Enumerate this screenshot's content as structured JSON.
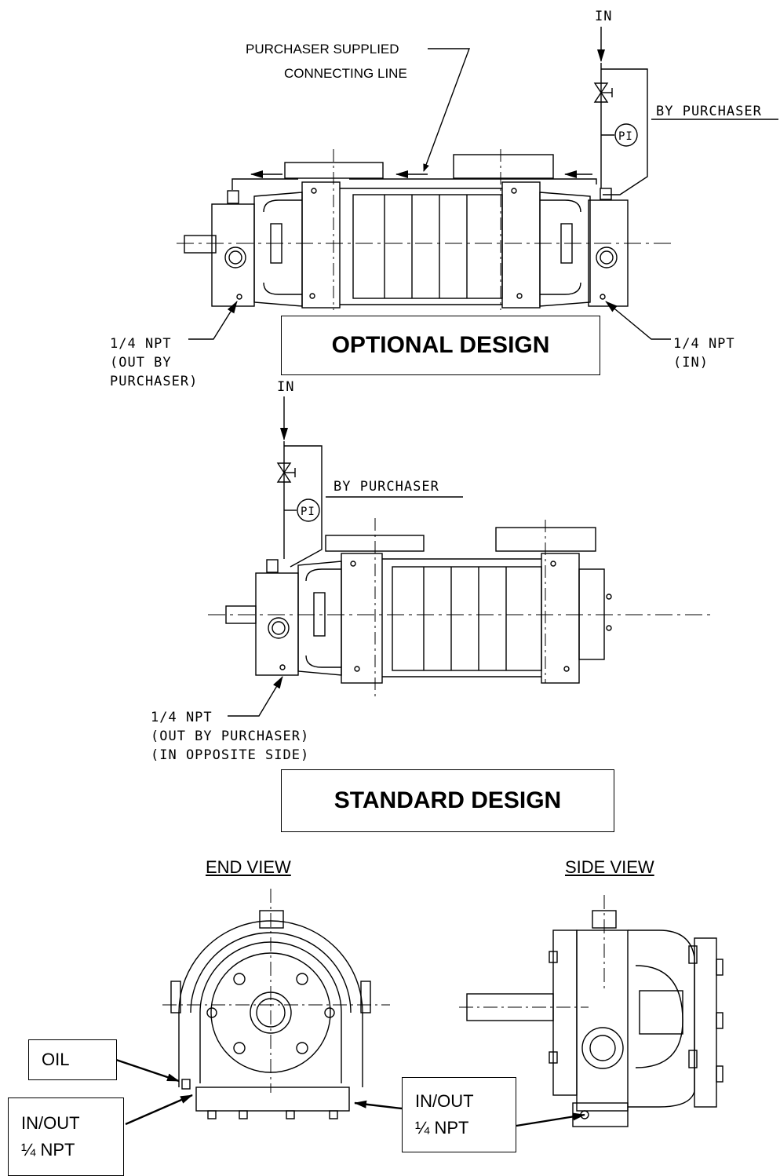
{
  "top": {
    "in_label": "IN",
    "purchaser_line_1": "PURCHASER SUPPLIED",
    "purchaser_line_2": "CONNECTING LINE",
    "by_purchaser": "BY PURCHASER",
    "pi": "PI",
    "left_npt_1": "1/4 NPT",
    "left_npt_2": "(OUT BY",
    "left_npt_3": "PURCHASER)",
    "right_npt_1": "1/4 NPT",
    "right_npt_2": "(IN)",
    "title": "OPTIONAL DESIGN"
  },
  "middle": {
    "in_label": "IN",
    "by_purchaser": "BY PURCHASER",
    "pi": "PI",
    "npt_1": "1/4 NPT",
    "npt_2": "(OUT BY PURCHASER)",
    "npt_3": "(IN OPPOSITE SIDE)",
    "title": "STANDARD DESIGN"
  },
  "bottom": {
    "end_view": "END VIEW",
    "side_view": "SIDE VIEW",
    "oil": "OIL",
    "inout_left_1": "IN/OUT",
    "inout_left_2": "¼ NPT",
    "inout_right_1": "IN/OUT",
    "inout_right_2": "¼ NPT"
  }
}
